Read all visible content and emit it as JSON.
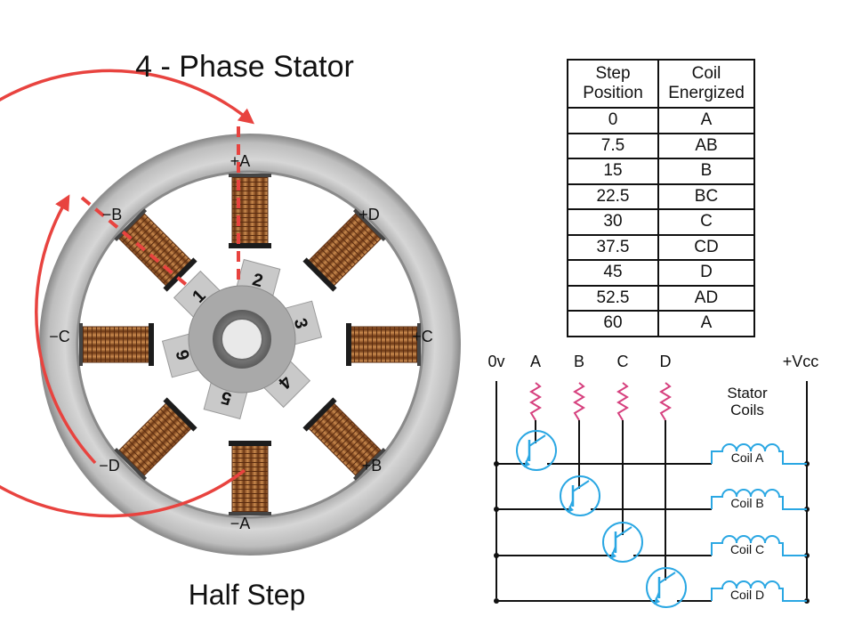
{
  "title": "4 - Phase Stator",
  "subtitle": "Half Step",
  "stator": {
    "pole_labels": [
      "+A",
      "+D",
      "+C",
      "+B",
      "−A",
      "−D",
      "−C",
      "−B"
    ],
    "rotor_teeth": [
      "2",
      "3",
      "4",
      "5",
      "6",
      "1"
    ]
  },
  "table": {
    "headers": [
      "Step Position",
      "Coil Energized"
    ],
    "rows": [
      [
        "0",
        "A"
      ],
      [
        "7.5",
        "AB"
      ],
      [
        "15",
        "B"
      ],
      [
        "22.5",
        "BC"
      ],
      [
        "30",
        "C"
      ],
      [
        "37.5",
        "CD"
      ],
      [
        "45",
        "D"
      ],
      [
        "52.5",
        "AD"
      ],
      [
        "60",
        "A"
      ]
    ]
  },
  "circuit": {
    "ground_label": "0v",
    "vcc_label": "+Vcc",
    "phase_labels": [
      "A",
      "B",
      "C",
      "D"
    ],
    "stator_coils_label": "Stator Coils",
    "coil_labels": [
      "Coil A",
      "Coil B",
      "Coil C",
      "Coil D"
    ]
  },
  "colors": {
    "accent_red": "#e8433f",
    "transistor_blue": "#2aa7e3",
    "resistor_pink": "#d6407e",
    "coil_copper": "#a8612f",
    "ring_gray": "#c4c4c4"
  }
}
